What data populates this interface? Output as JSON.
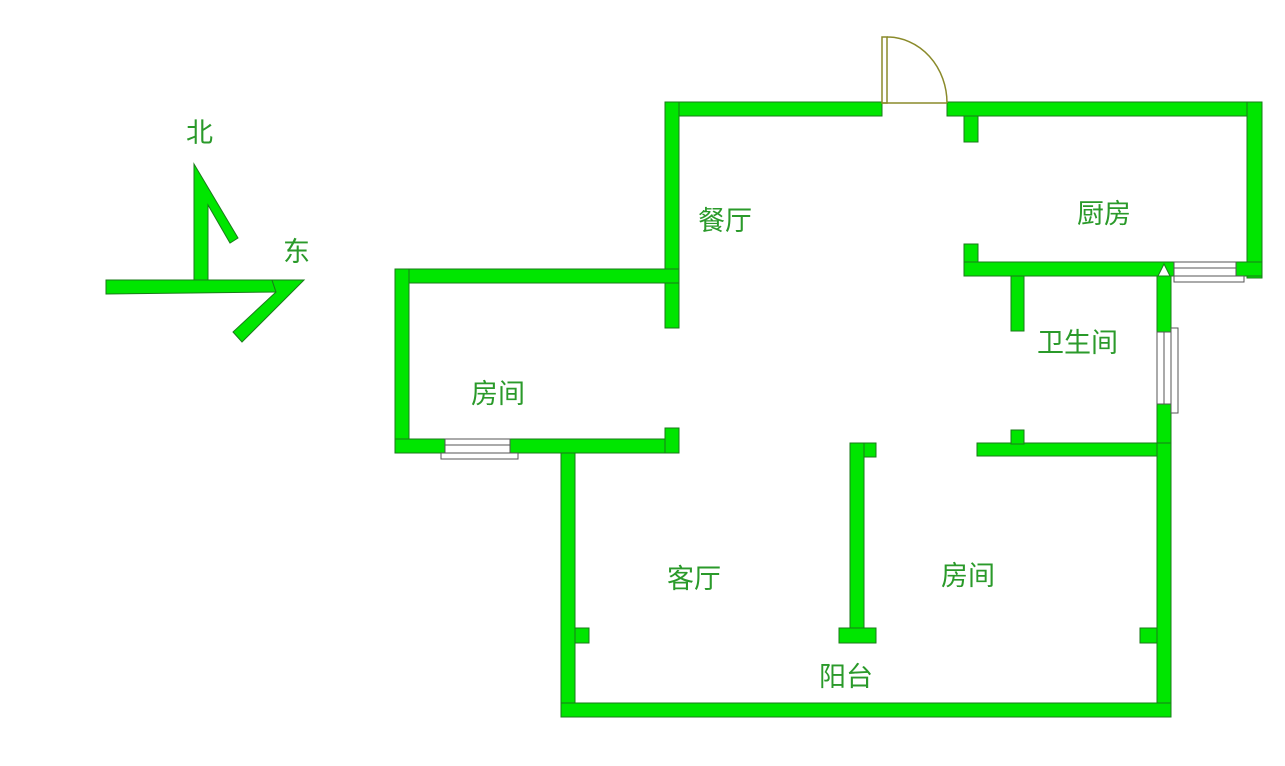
{
  "compass": {
    "north": "北",
    "east": "东"
  },
  "rooms": {
    "dining": "餐厅",
    "kitchen": "厨房",
    "bedroom_west": "房间",
    "bathroom": "卫生间",
    "living": "客厅",
    "bedroom_south": "房间",
    "balcony": "阳台"
  },
  "colors": {
    "wall_fill": "#00e600",
    "wall_stroke": "#1a7a1a",
    "label_text": "#2a9a2a",
    "door_line": "#8a8a2a",
    "window_line": "#555555"
  }
}
